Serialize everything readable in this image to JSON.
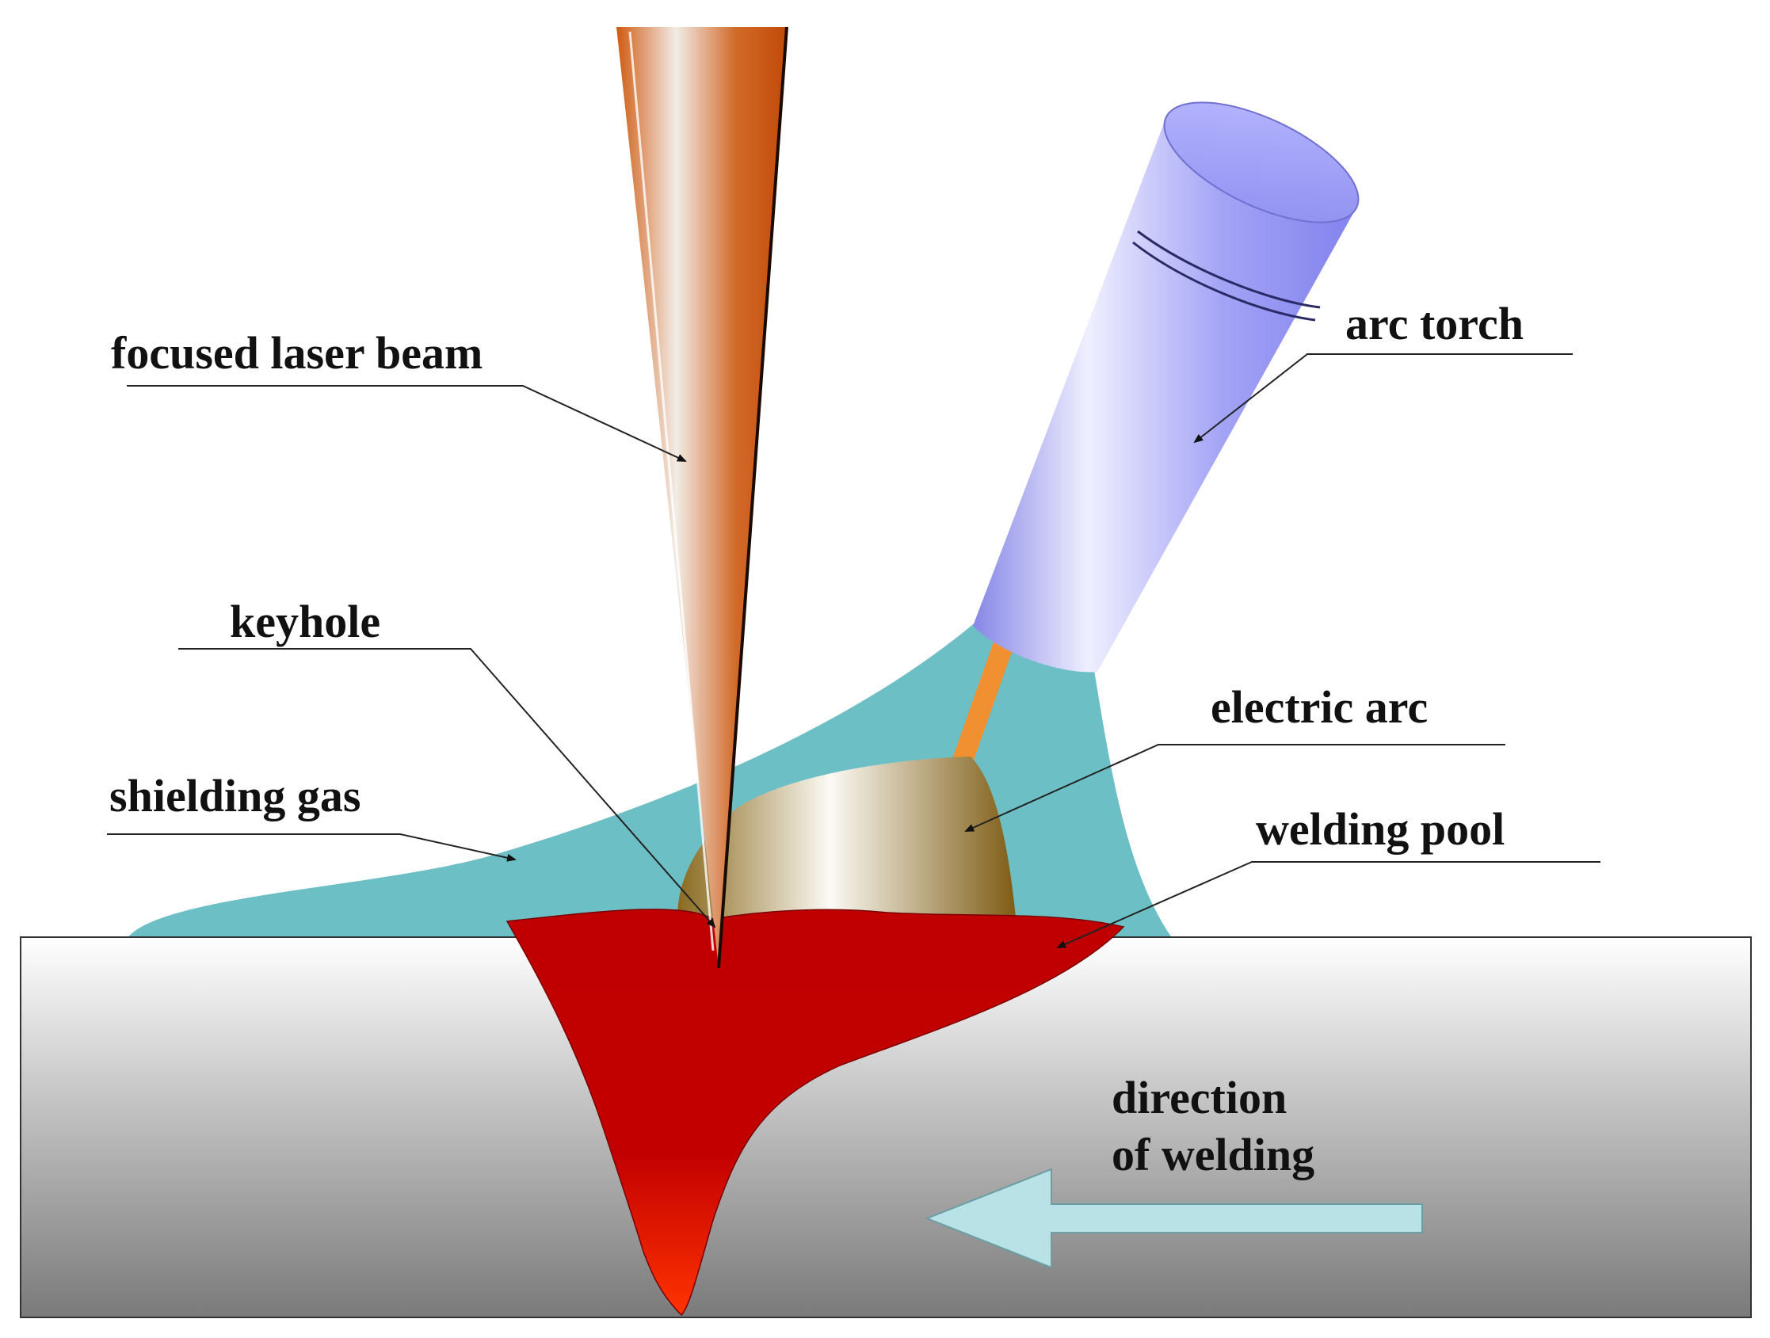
{
  "labels": {
    "laser_beam": "focused laser beam",
    "arc_torch": "arc torch",
    "keyhole": "keyhole",
    "electric_arc": "electric arc",
    "shielding_gas": "shielding gas",
    "welding_pool": "welding pool",
    "direction_line1": "direction",
    "direction_line2": "of welding"
  },
  "colors": {
    "shielding_gas": "#6dbfc6",
    "torch": "#9494f4",
    "welding_pool": "#c00000",
    "pool_tip": "#ff3300",
    "wire": "#f09030",
    "arc_dark": "#8a6a20",
    "direction_arrow": "#b8e2e6",
    "laser_orange": "#d05a10"
  },
  "icons": {
    "direction_arrow": "left-arrow-icon"
  }
}
